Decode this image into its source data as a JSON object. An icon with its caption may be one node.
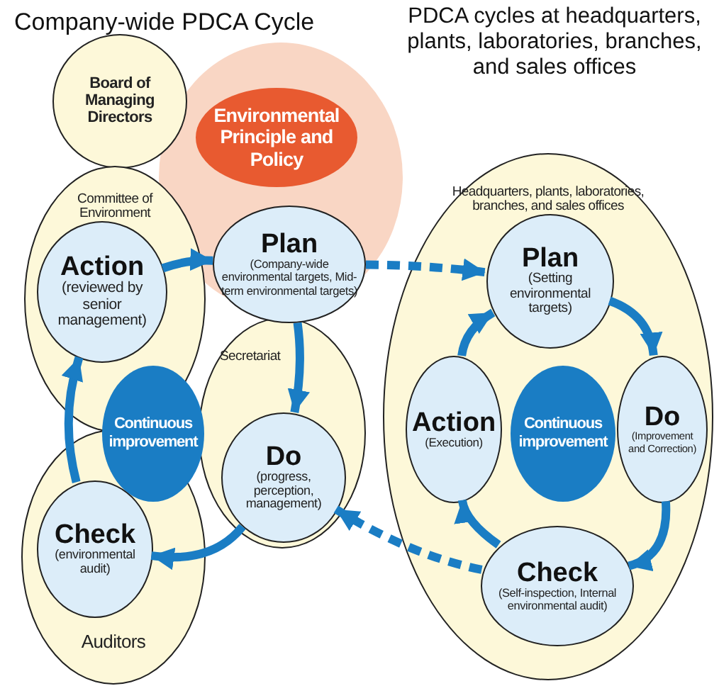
{
  "diagram": {
    "title": "Company-wide PDCA Cycle",
    "nodes": [
      {
        "text": [
          "Board of Managing Directors"
        ]
      },
      {
        "text": [
          "Environmental Principle and Policy"
        ]
      },
      {
        "text": [
          "Committee of Environment"
        ]
      },
      {
        "text": [
          "Action",
          "(reviewed by senior management)"
        ],
        "in": 2
      },
      {
        "text": [
          "Plan",
          "(Company-wide environmental targets, Mid-term environmental targets)"
        ]
      },
      {
        "text": [
          "Secretariat"
        ]
      },
      {
        "text": [
          "Do",
          "(progress, perception, management)"
        ],
        "in": 5
      },
      {
        "text": [
          "Auditors"
        ]
      },
      {
        "text": [
          "Check",
          "(environmental audit)"
        ],
        "in": 7
      },
      {
        "text": [
          "Continuous improvement"
        ]
      },
      {
        "text": [
          "Headquarters, plants, laboratories, branches, and sales offices"
        ]
      },
      {
        "text": [
          "Plan",
          "(Setting environmental targets)"
        ],
        "in": 10
      },
      {
        "text": [
          "Do",
          "(Improvement and Correction)"
        ],
        "in": 10
      },
      {
        "text": [
          "Check",
          "(Self-inspection, Internal environmental audit)"
        ],
        "in": 10
      },
      {
        "text": [
          "Action",
          "(Execution)"
        ],
        "in": 10
      },
      {
        "text": [
          "Continuous improvement"
        ],
        "in": 10
      }
    ],
    "edges": [
      {
        "from": 3,
        "to": 4,
        "arrow": "to"
      },
      {
        "from": 4,
        "to": 6,
        "arrow": "to"
      },
      {
        "from": 6,
        "to": 8,
        "arrow": "to"
      },
      {
        "from": 8,
        "to": 3,
        "arrow": "to"
      },
      {
        "from": 4,
        "to": 11,
        "arrow": "to",
        "style": "dashed"
      },
      {
        "from": 13,
        "to": 6,
        "arrow": "to",
        "style": "dashed"
      },
      {
        "from": 11,
        "to": 12,
        "arrow": "to"
      },
      {
        "from": 12,
        "to": 13,
        "arrow": "to"
      },
      {
        "from": 13,
        "to": 14,
        "arrow": "to"
      },
      {
        "from": 14,
        "to": 11,
        "arrow": "to"
      }
    ],
    "labels": [
      "PDCA cycles at headquarters, plants, laboratories, branches, and sales offices"
    ]
  }
}
